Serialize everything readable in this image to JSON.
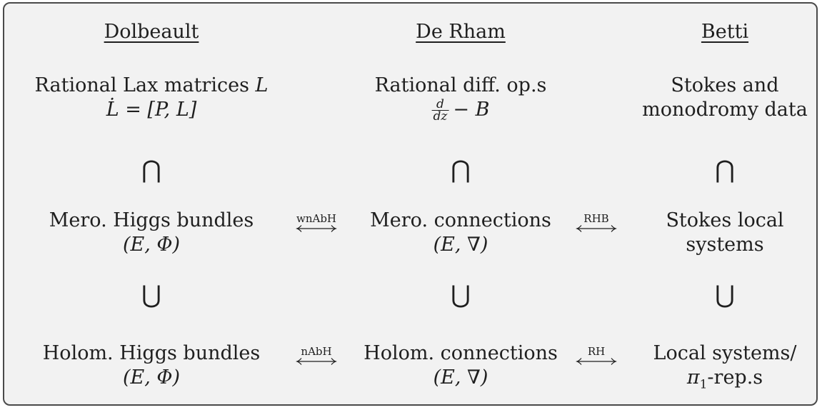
{
  "headers": {
    "dolbeault": "Dolbeault",
    "derham": "De Rham",
    "betti": "Betti"
  },
  "row1": {
    "dolbeault": {
      "line1": "Rational Lax matrices",
      "var": "L",
      "equation": "L̇ = [P, L]"
    },
    "derham": {
      "line1": "Rational diff. op.s",
      "frac_num": "d",
      "frac_den": "dz",
      "suffix": "− B"
    },
    "betti": {
      "line1": "Stokes and",
      "line2": "monodromy data"
    }
  },
  "subset_symbol": "⋂",
  "row2": {
    "dolbeault": {
      "line1": "Mero. Higgs bundles",
      "line2": "(E, Φ)"
    },
    "derham": {
      "line1": "Mero. connections",
      "line2": "(E, ∇)"
    },
    "betti": {
      "line1": "Stokes local",
      "line2": "systems"
    }
  },
  "superset_symbol": "⋃",
  "row3": {
    "dolbeault": {
      "line1": "Holom. Higgs bundles",
      "line2": "(E, Φ)"
    },
    "derham": {
      "line1": "Holom. connections",
      "line2": "(E, ∇)"
    },
    "betti": {
      "line1": "Local systems/",
      "pi": "π",
      "pi_sub": "1",
      "suffix": "-rep.s"
    }
  },
  "arrows": {
    "row2_left": "wnAbH",
    "row2_right": "RHB",
    "row3_left": "nAbH",
    "row3_right": "RH"
  }
}
